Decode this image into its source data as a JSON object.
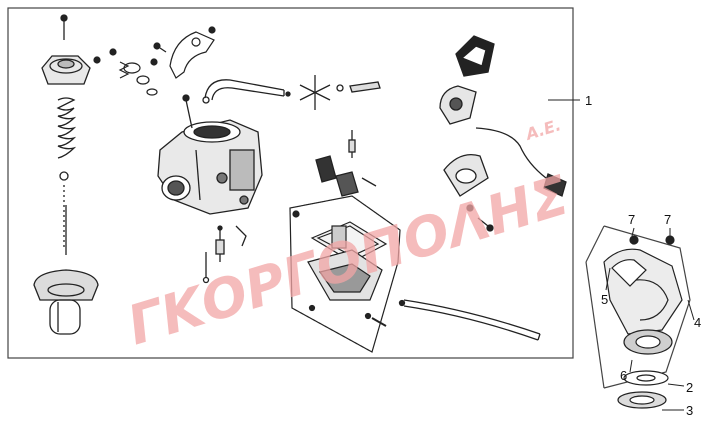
{
  "watermark": {
    "text": "ΓΚΟΡΓΟΠΟΛΗΣ",
    "suffix": "Α.Ε.",
    "color": "#f2a6a6"
  },
  "callouts": [
    {
      "id": "1",
      "label": "1"
    },
    {
      "id": "2",
      "label": "2"
    },
    {
      "id": "3",
      "label": "3"
    },
    {
      "id": "4",
      "label": "4"
    },
    {
      "id": "5",
      "label": "5"
    },
    {
      "id": "6",
      "label": "6"
    },
    {
      "id": "7a",
      "label": "7"
    },
    {
      "id": "7b",
      "label": "7"
    }
  ],
  "colors": {
    "line": "#222222",
    "frame": "#444444",
    "background": "#ffffff"
  }
}
